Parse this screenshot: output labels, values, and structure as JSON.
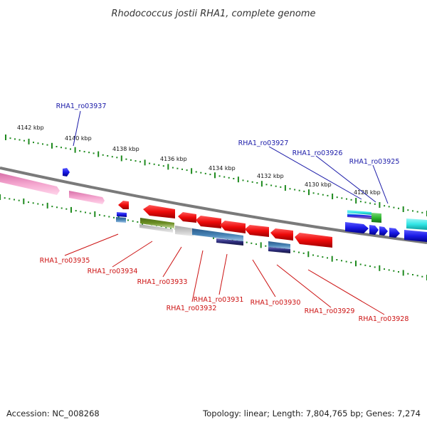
{
  "title": "Rhodococcus jostii RHA1, complete genome",
  "footer": {
    "accession": "Accession: NC_008268",
    "stats": "Topology: linear; Length: 7,804,765 bp; Genes: 7,274"
  },
  "scale_labels": [
    "4142 kbp",
    "4140 kbp",
    "4138 kbp",
    "4136 kbp",
    "4134 kbp",
    "4132 kbp",
    "4130 kbp",
    "4128 kbp"
  ],
  "top_strand_genes": [
    "RHA1_ro03937",
    "RHA1_ro03927",
    "RHA1_ro03926",
    "RHA1_ro03925"
  ],
  "bottom_strand_genes": [
    "RHA1_ro03935",
    "RHA1_ro03934",
    "RHA1_ro03933",
    "RHA1_ro03932",
    "RHA1_ro03931",
    "RHA1_ro03930",
    "RHA1_ro03929",
    "RHA1_ro03928"
  ],
  "colors": {
    "top_label": "#1a1aa8",
    "bottom_label": "#cc1111",
    "axis_tick": "#1e8a1e",
    "backbone": "#7a7a7a",
    "gene_red": "#ee0a0a",
    "gene_blue": "#1a1ae6",
    "gene_pink": "#f4a6cf",
    "gene_cyan": "#33e6e6",
    "gene_green": "#2eb82e",
    "gene_olive": "#6b8e23",
    "gene_steel": "#4682b4",
    "gene_navy": "#2b2b7a",
    "gene_gray": "#c8c8c8"
  }
}
